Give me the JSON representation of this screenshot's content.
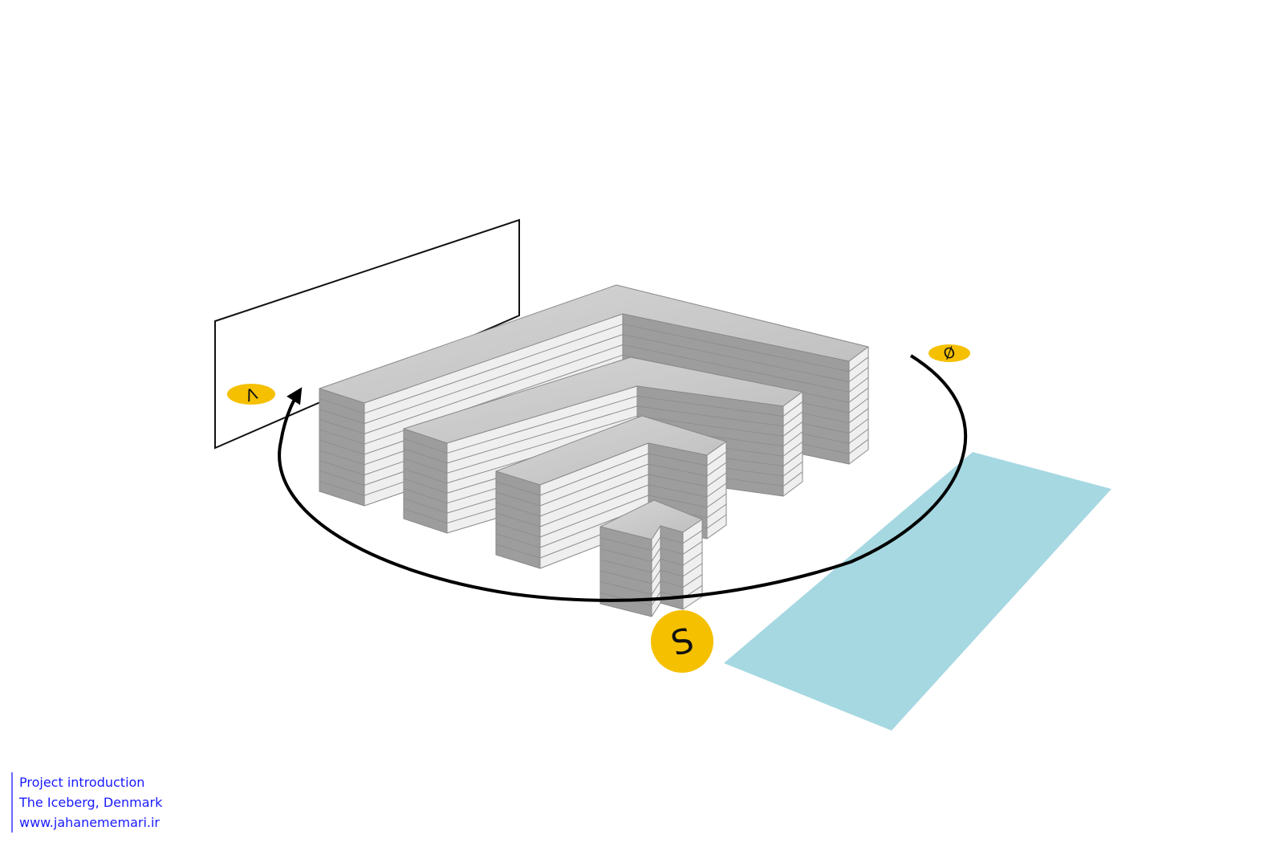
{
  "diagram": {
    "markers": {
      "south": "S",
      "west": "V",
      "east": "Ø"
    },
    "colors": {
      "marker": "#f5c000",
      "water": "#a6d8e2",
      "building_top": "#c9c9c9",
      "building_light_face": "#efefef",
      "building_dark_face": "#9d9d9d",
      "sun_path": "#000000"
    }
  },
  "caption": {
    "line1": "Project introduction",
    "line2": "The Iceberg, Denmark",
    "line3": "www.jahanememari.ir"
  }
}
